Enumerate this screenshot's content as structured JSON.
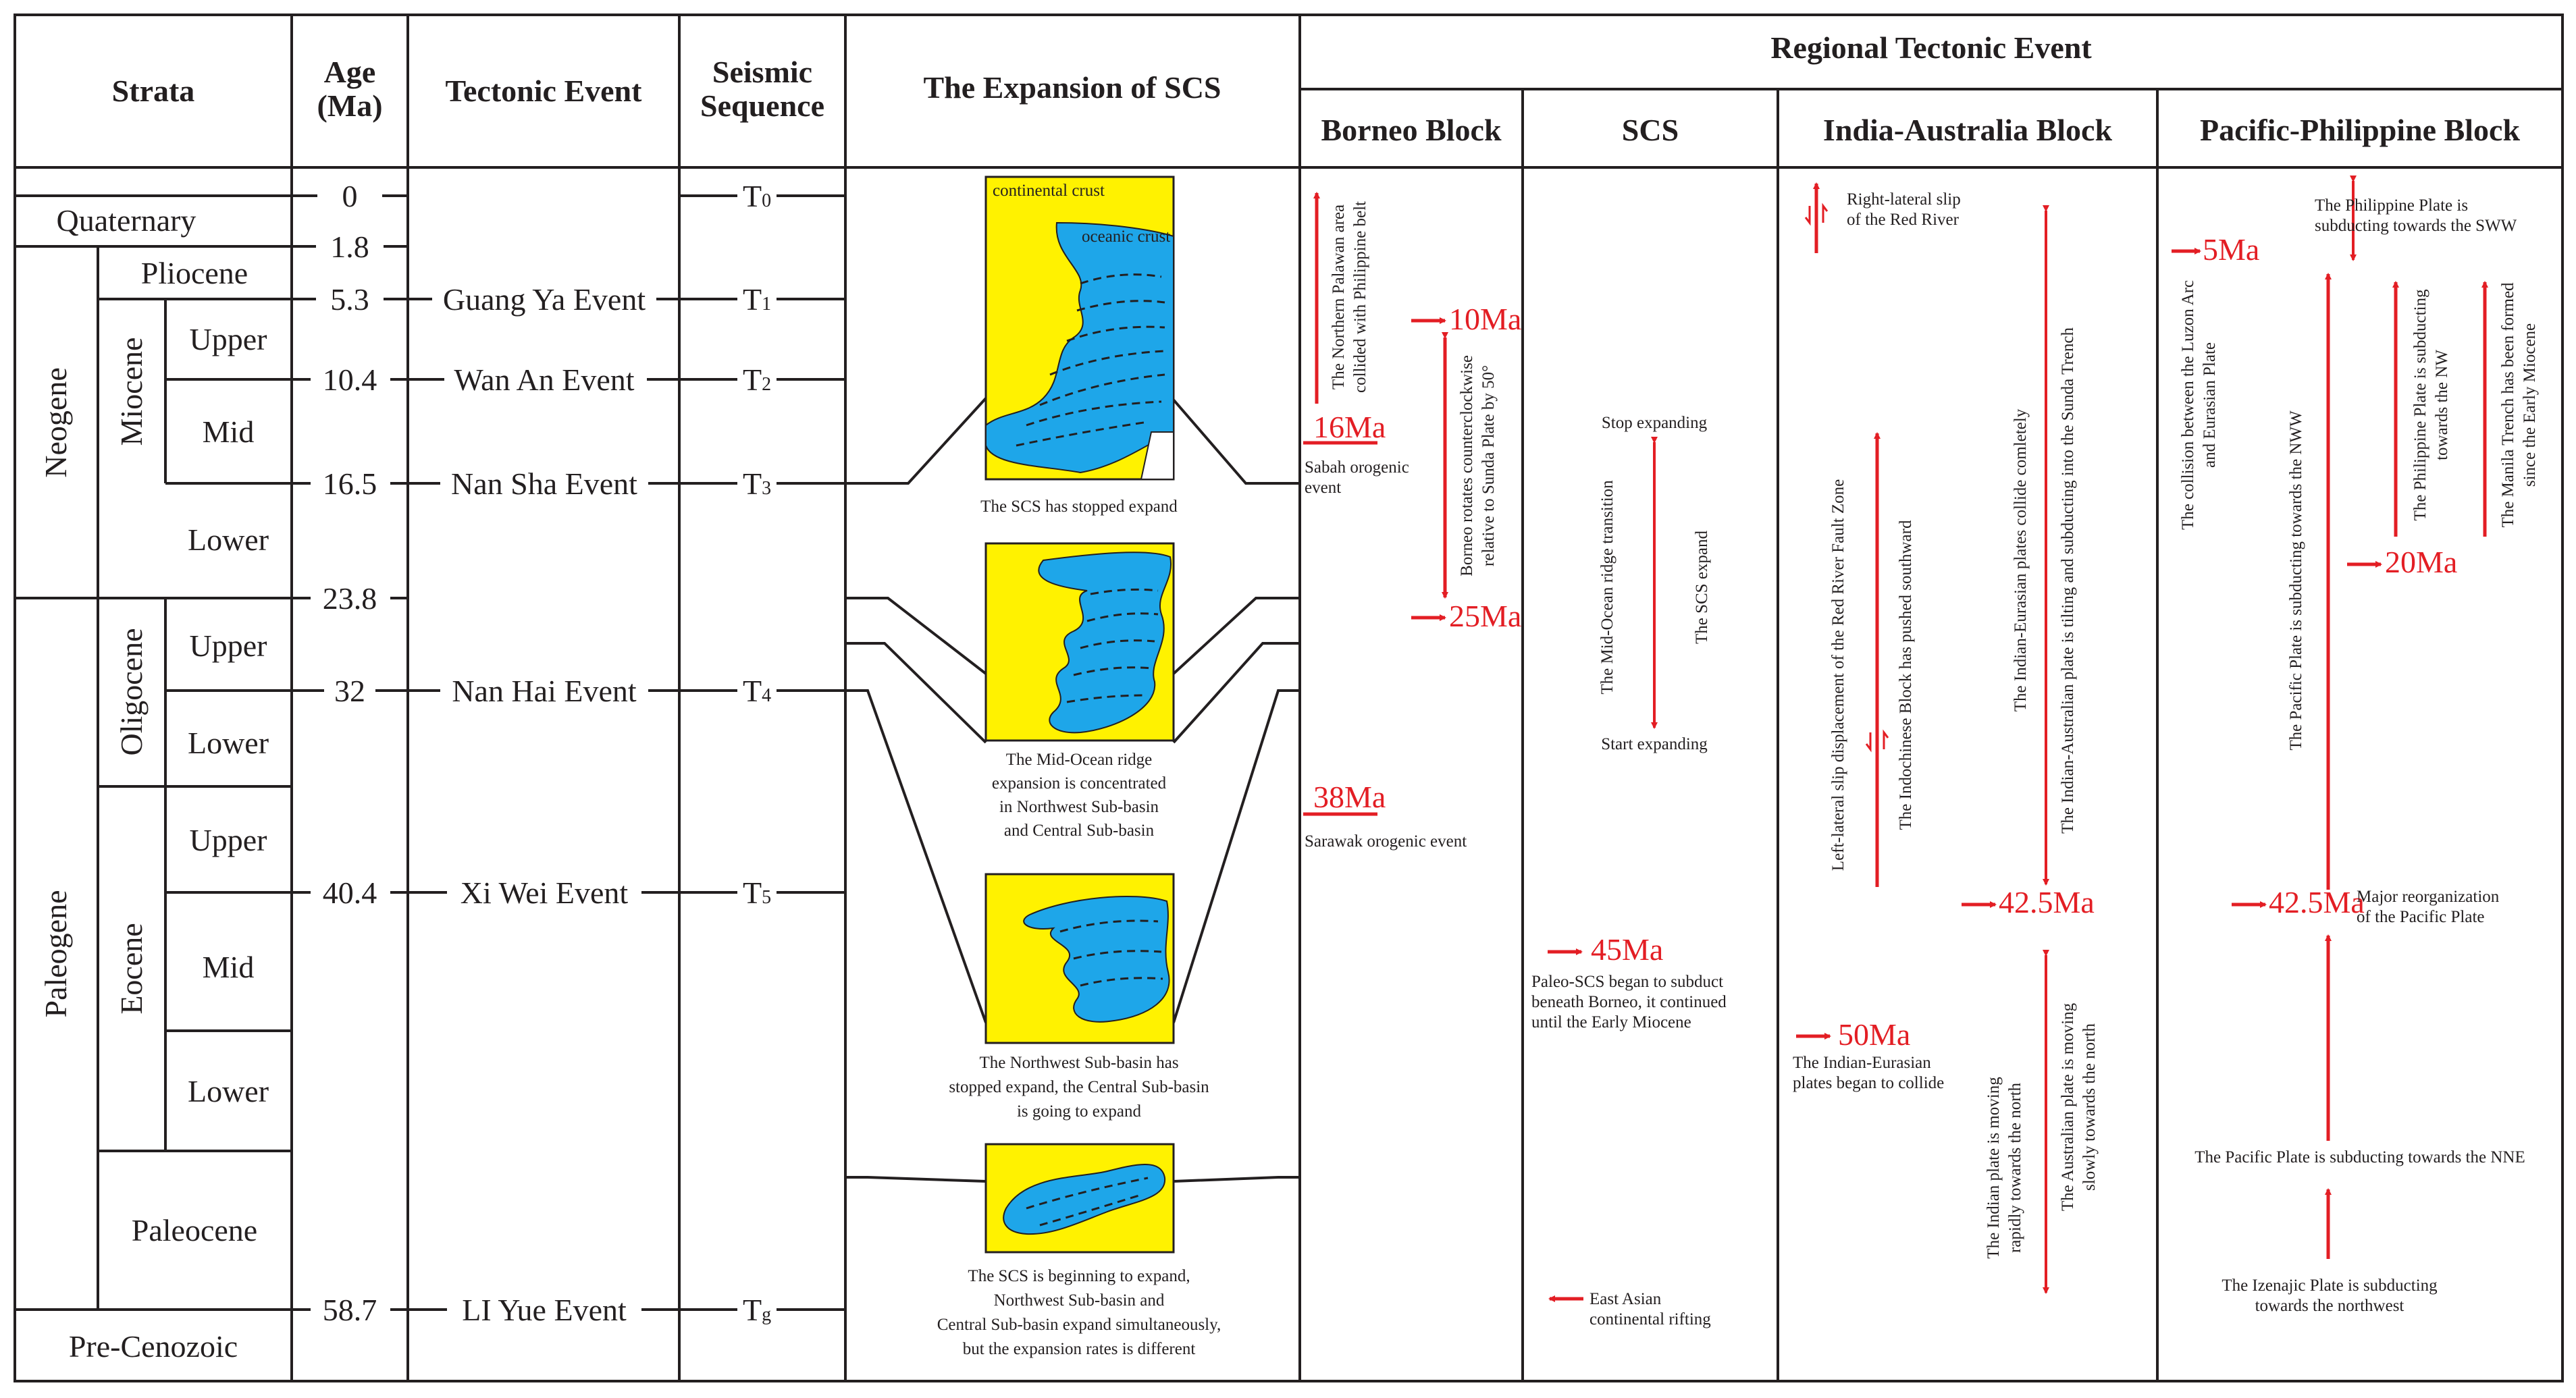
{
  "headers": {
    "strata": "Strata",
    "age": "Age",
    "age_unit": "(Ma)",
    "tectonic_event": "Tectonic Event",
    "seismic_1": "Seismic",
    "seismic_2": "Sequence",
    "expansion": "The Expansion of SCS",
    "regional": "Regional Tectonic Event",
    "borneo": "Borneo Block",
    "scs": "SCS",
    "india": "India-Australia Block",
    "pacific": "Pacific-Philippine Block"
  },
  "strata": {
    "quaternary": "Quaternary",
    "neogene": "Neogene",
    "paleogene": "Paleogene",
    "pliocene": "Pliocene",
    "miocene": "Miocene",
    "oligocene": "Oligocene",
    "eocene": "Eocene",
    "paleocene": "Paleocene",
    "pre_cenozoic": "Pre-Cenozoic",
    "upper": "Upper",
    "mid": "Mid",
    "lower": "Lower"
  },
  "ages": [
    "0",
    "1.8",
    "5.3",
    "10.4",
    "16.5",
    "23.8",
    "32",
    "40.4",
    "58.7"
  ],
  "events": [
    "Guang Ya Event",
    "Wan An Event",
    "Nan Sha Event",
    "Nan Hai Event",
    "Xi Wei Event",
    "LI Yue Event"
  ],
  "seismic": [
    "T",
    "0",
    "T",
    "1",
    "T",
    "2",
    "T",
    "3",
    "T",
    "4",
    "T",
    "5",
    "T",
    "g"
  ],
  "expansion": {
    "continental": "continental crust",
    "oceanic": "oceanic crust",
    "cap1": [
      "The SCS has stopped expand"
    ],
    "cap2": [
      "The Mid-Ocean ridge",
      "expansion is concentrated",
      "in Northwest Sub-basin",
      "and Central Sub-basin"
    ],
    "cap3": [
      "The Northwest Sub-basin has",
      "stopped expand, the Central Sub-basin",
      "is going to expand"
    ],
    "cap4": [
      "The SCS is beginning to expand,",
      "Northwest Sub-basin and",
      "Central Sub-basin expand simultaneously,",
      "but the expansion rates is different"
    ]
  },
  "borneo": {
    "palawan": [
      "The Northern Palawan area",
      "collided with Philippine belt"
    ],
    "rotate": [
      "Borneo rotates counterclockwise",
      "relative to Sunda Plate by 50°"
    ],
    "m10": "10Ma",
    "m16": "16Ma",
    "m25": "25Ma",
    "m38": "38Ma",
    "sabah": [
      "Sabah orogenic",
      "event"
    ],
    "sarawak": "Sarawak orogenic event"
  },
  "scs": {
    "stop": "Stop expanding",
    "start": "Start expanding",
    "transition": "The Mid-Ocean ridge transition",
    "expand": "The SCS expand",
    "m45": "45Ma",
    "paleo": [
      "Paleo-SCS began to subduct",
      "beneath Borneo, it continued",
      "until the Early Miocene"
    ],
    "rift": [
      "East Asian",
      "continental rifting"
    ]
  },
  "india": {
    "rightlat": [
      "Right-lateral slip",
      "of the Red River"
    ],
    "leftlat": "Left-lateral slip displacement of the Red River Fault Zone",
    "indochinese": "The Indochinese Block has pushed southward",
    "collide_full": "The Indian-Eurasian plates collide comletely",
    "tilting": "The Indian-Australian plate is tilting and subducting into the Sunda Trench",
    "m425": "42.5Ma",
    "m50": "50Ma",
    "began": [
      "The Indian-Eurasian",
      "plates began to collide"
    ],
    "indian_moving": [
      "The Indian plate is moving",
      "rapidly towards the north"
    ],
    "aus_moving": [
      "The Australian plate is moving",
      "slowly towards the north"
    ]
  },
  "pacific": {
    "phil_sww": [
      "The Philippine Plate is",
      "subducting towards the SWW"
    ],
    "m5": "5Ma",
    "luzon": [
      "The collision between the Luzon Arc",
      "and Eurasian Plate"
    ],
    "pac_nww": "The Pacific Plate is subducting towards the NWW",
    "phil_nw": [
      "The Philippine Plate is subducting",
      "towards the NW"
    ],
    "manila": [
      "The Manila Trench has been formed",
      "since the Early Miocene"
    ],
    "m20": "20Ma",
    "m425": "42.5Ma",
    "reorg": [
      "Major reorganization",
      "of the Pacific Plate"
    ],
    "pac_nne": "The Pacific Plate is subducting towards the NNE",
    "izenajic": [
      "The Izenajic Plate is subducting",
      "towards the northwest"
    ]
  },
  "colors": {
    "red": "#e31e24",
    "ocean": "#1ea6e9",
    "continent": "#fff200",
    "line": "#231f20"
  }
}
